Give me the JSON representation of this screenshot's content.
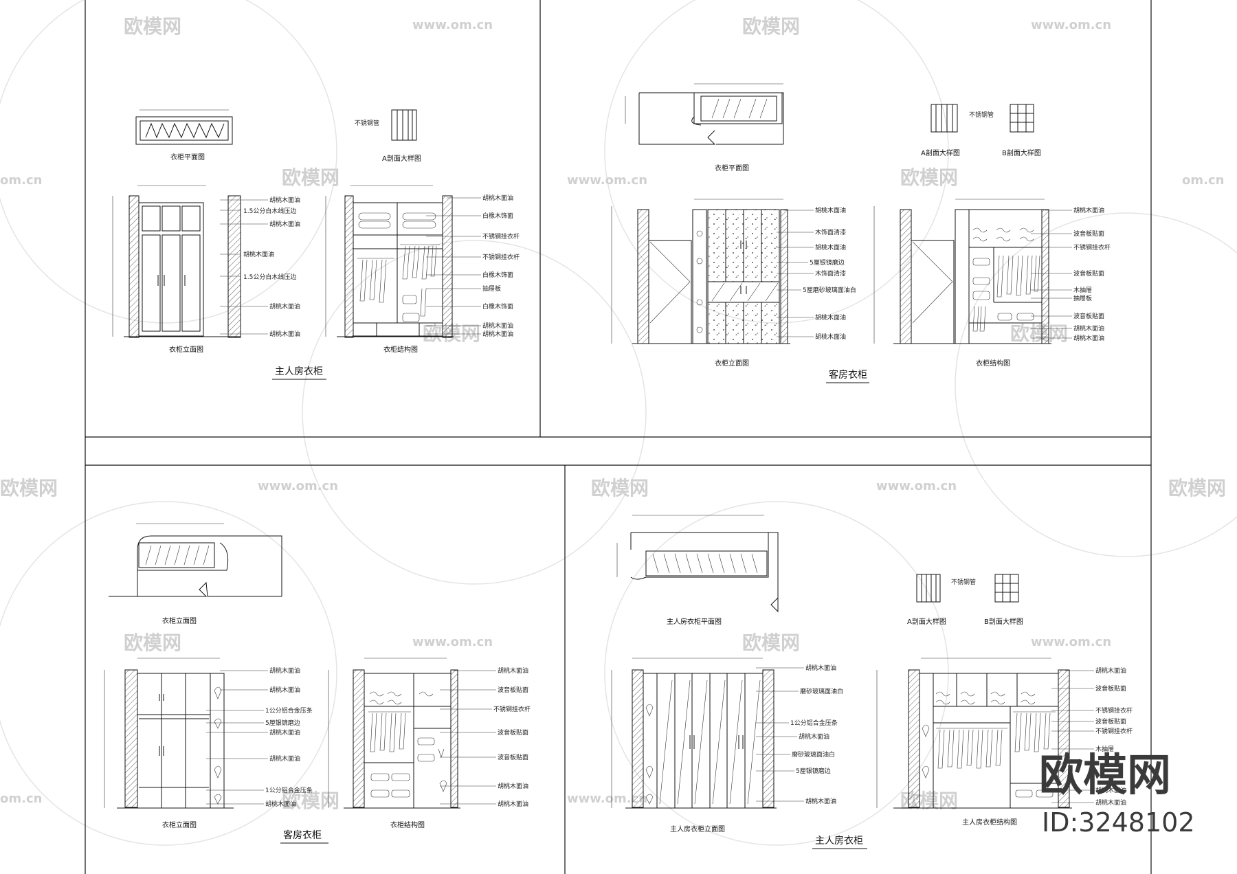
{
  "watermark": {
    "brand": "欧模网",
    "url": "www.om.cn",
    "url_partial": "om.cn",
    "overlay_brand": "欧模网",
    "overlay_id": "ID:3248102"
  },
  "panel_tl": {
    "plan_caption": "衣柜平面图",
    "section_a_caption": "A剖面大样图",
    "section_a_note": "不锈钢管",
    "elevation_caption": "衣柜立面图",
    "structure_caption": "衣柜结构图",
    "title": "主人房衣柜",
    "elevation_labels": [
      "胡桃木面油",
      "1.5公分白木线压边",
      "胡桃木面油",
      "胡桃木面油",
      "1.5公分白木线压边",
      "胡桃木面油",
      "胡桃木面油"
    ],
    "structure_labels": [
      "胡桃木面油",
      "白橡木饰面",
      "不锈钢挂衣杆",
      "不锈钢挂衣杆",
      "白橡木饰面",
      "抽屉板",
      "白橡木饰面",
      "胡桃木面油",
      "胡桃木面油"
    ]
  },
  "panel_tr": {
    "plan_caption": "衣柜平面图",
    "section_a_caption": "A剖面大样图",
    "section_b_caption": "B剖面大样图",
    "section_note": "不锈钢管",
    "elevation_caption": "衣柜立面图",
    "structure_caption": "衣柜结构图",
    "title": "客房衣柜",
    "elevation_labels": [
      "胡桃木面油",
      "木饰面清漆",
      "胡桃木面油",
      "5厘银镜磨边",
      "木饰面清漆",
      "5厘磨砂玻璃面油白",
      "胡桃木面油",
      "胡桃木面油"
    ],
    "structure_labels": [
      "胡桃木面油",
      "波音板贴面",
      "不锈钢挂衣杆",
      "波音板贴面",
      "木抽屉",
      "抽屉板",
      "波音板贴面",
      "胡桃木面油",
      "胡桃木面油"
    ]
  },
  "panel_bl": {
    "plan_caption": "衣柜立面图",
    "elevation_caption": "衣柜立面图",
    "structure_caption": "衣柜结构图",
    "title": "客房衣柜",
    "elevation_labels": [
      "胡桃木面油",
      "胡桃木面油",
      "1公分铝合金压条",
      "5厘银镜磨边",
      "胡桃木面油",
      "胡桃木面油",
      "1公分铝合金压条",
      "胡桃木面油"
    ],
    "structure_labels": [
      "胡桃木面油",
      "波音板贴面",
      "不锈钢挂衣杆",
      "波音板贴面",
      "波音板贴面",
      "胡桃木面油",
      "胡桃木面油"
    ]
  },
  "panel_br": {
    "plan_caption": "主人房衣柜平面图",
    "section_a_caption": "A剖面大样图",
    "section_b_caption": "B剖面大样图",
    "section_note": "不锈钢管",
    "elevation_caption": "主人房衣柜立面图",
    "structure_caption": "主人房衣柜结构图",
    "title": "主人房衣柜",
    "elevation_labels": [
      "胡桃木面油",
      "磨砂玻璃面油白",
      "1公分铝合金压条",
      "胡桃木面油",
      "磨砂玻璃面油白",
      "5厘银镜磨边",
      "胡桃木面油"
    ],
    "structure_labels": [
      "胡桃木面油",
      "波音板贴面",
      "不锈钢挂衣杆",
      "波音板贴面",
      "不锈钢挂衣杆",
      "木抽屉",
      "胡桃木面油",
      "胡桃木面油"
    ]
  }
}
